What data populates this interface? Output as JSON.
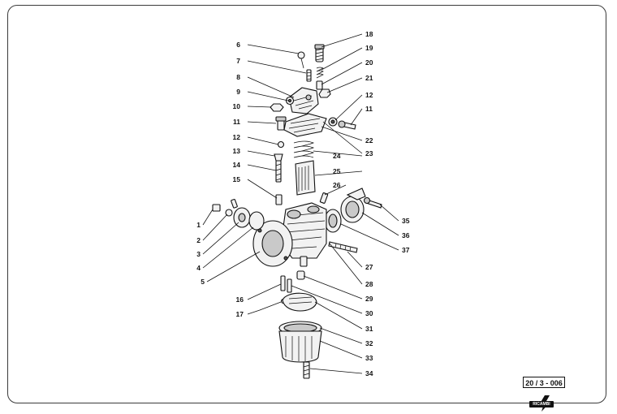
{
  "callouts": {
    "left": [
      "6",
      "7",
      "8",
      "9",
      "10",
      "11",
      "12",
      "13",
      "14",
      "15",
      "1",
      "2",
      "3",
      "4",
      "5",
      "16",
      "17"
    ],
    "right": [
      "18",
      "19",
      "20",
      "21",
      "12",
      "11",
      "22",
      "23",
      "24",
      "25",
      "26",
      "35",
      "36",
      "37",
      "27",
      "28",
      "29",
      "30",
      "31",
      "32",
      "33",
      "34"
    ]
  },
  "reference": "20 / 3 - 006",
  "brand_text": "RICAMBI"
}
